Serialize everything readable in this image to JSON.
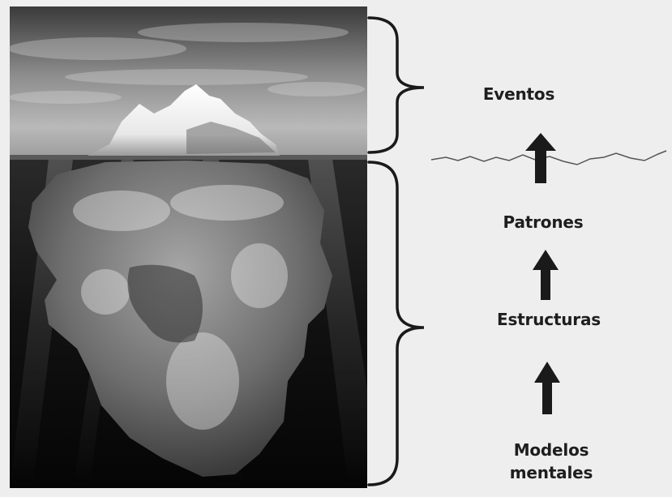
{
  "labels": {
    "eventos": "Eventos",
    "patrones": "Patrones",
    "estructuras": "Estructuras",
    "modelos_line1": "Modelos",
    "modelos_line2": "mentales"
  }
}
